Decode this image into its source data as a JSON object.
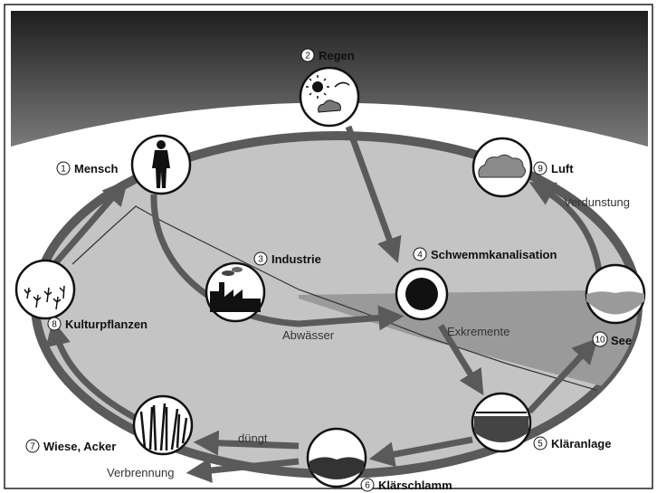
{
  "nodes": {
    "mensch": {
      "num": "1",
      "label": "Mensch"
    },
    "regen": {
      "num": "2",
      "label": "Regen"
    },
    "industrie": {
      "num": "3",
      "label": "Industrie"
    },
    "schwemm": {
      "num": "4",
      "label": "Schwemmkanalisation"
    },
    "klaeranlage": {
      "num": "5",
      "label": "Kläranlage"
    },
    "klaerschlamm": {
      "num": "6",
      "label": "Klärschlamm"
    },
    "wiese": {
      "num": "7",
      "label": "Wiese, Acker"
    },
    "kultur": {
      "num": "8",
      "label": "Kulturpflanzen"
    },
    "luft": {
      "num": "9",
      "label": "Luft"
    },
    "see": {
      "num": "10",
      "label": "See"
    }
  },
  "edges": {
    "verdunstung": "Verdunstung",
    "abwaesser": "Abwässer",
    "exkremente": "Exkremente",
    "duengt": "düngt",
    "verbrennung": "Verbrennung"
  },
  "colors": {
    "sky_dark": "#3a3a3a",
    "ellipse_fill": "#c4c4c4",
    "water_fill": "#9a9a9a",
    "arrow": "#5a5a5a",
    "node_fill": "#ffffff"
  }
}
